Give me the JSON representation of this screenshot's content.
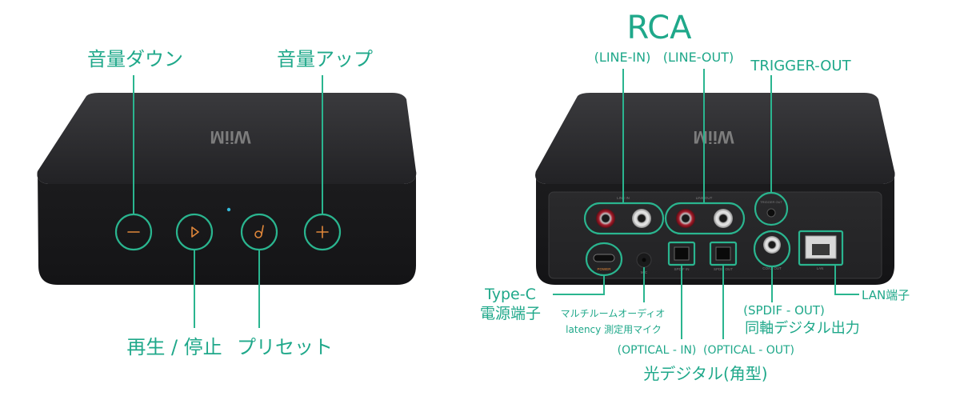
{
  "front": {
    "logo": "WiiM",
    "labels": {
      "vol_down": "音量ダウン",
      "vol_up": "音量アップ",
      "play_pause": "再生 / 停止",
      "preset": "プリセット"
    }
  },
  "back": {
    "logo": "WiiM",
    "labels": {
      "rca": "RCA",
      "line_in": "(LINE-IN)",
      "line_out": "(LINE-OUT)",
      "trigger_out": "TRIGGER-OUT",
      "type_c": "Type-C",
      "power_port": "電源端子",
      "mic_line1": "マルチルームオーディオ",
      "mic_line2": "latency 測定用マイク",
      "optical_in": "(OPTICAL - IN)",
      "optical_out": "(OPTICAL - OUT)",
      "optical_title": "光デジタル(角型)",
      "spdif_out": "(SPDIF - OUT)",
      "coax_title": "同軸デジタル出力",
      "lan": "LAN端子"
    },
    "panel_text": {
      "line_in": "LINE IN",
      "line_out": "LINE OUT",
      "trigger_out": "TRIGGER OUT",
      "power": "POWER",
      "mic": "MIC",
      "spdif_in": "SPDIF IN",
      "spdif_out": "SPDIF OUT",
      "coax_out": "COAX OUT",
      "lan": "LAN"
    }
  },
  "colors": {
    "accent": "#2ab58f",
    "label_text": "#1fa88a",
    "device_body": "#1f1f21",
    "button_glyph": "#e0873a",
    "led": "#33b8d8"
  }
}
